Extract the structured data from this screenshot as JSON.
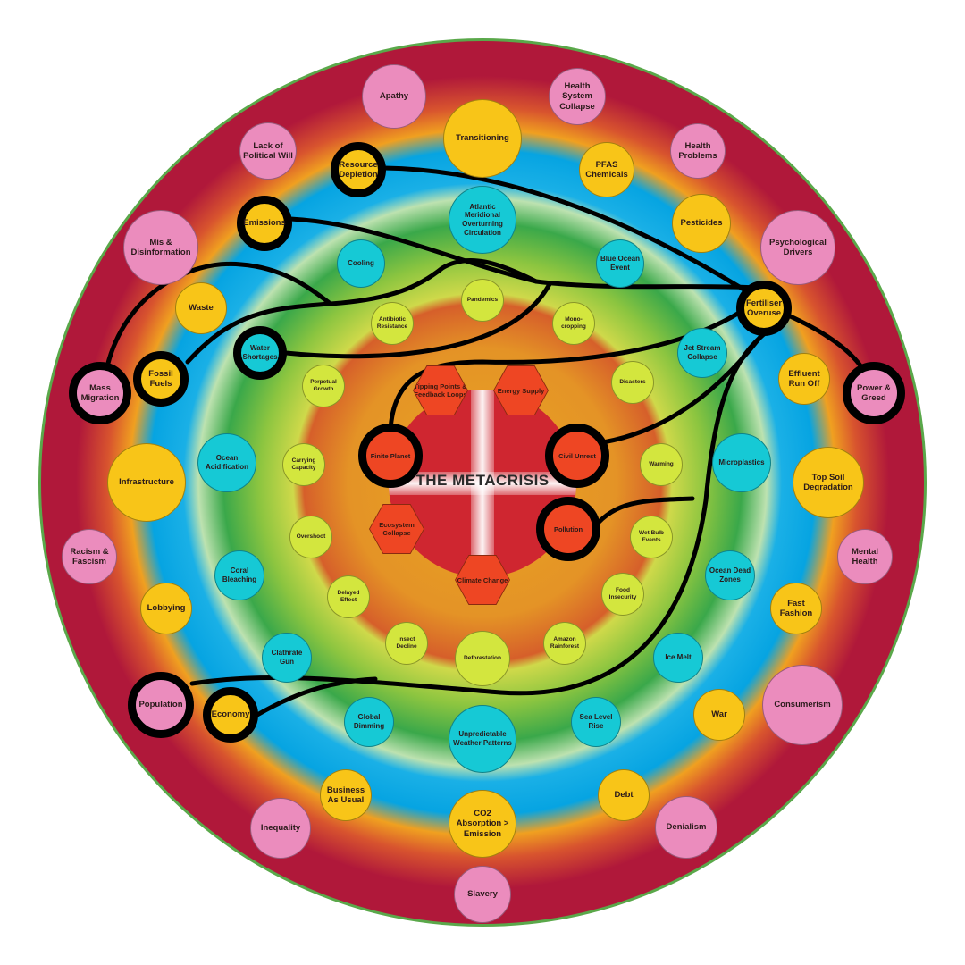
{
  "title": "THE METACRISIS",
  "colors": {
    "pink": "#eb8cbd",
    "yellow": "#f8c518",
    "cyan": "#16c9d5",
    "lime": "#d3e63e",
    "red": "#ee4623"
  },
  "pink": [
    "Apathy",
    "Health System Collapse",
    "Lack of Political Will",
    "Health Problems",
    "Mis & Disinformation",
    "Psychological Drivers",
    "Mass Migration",
    "Power & Greed",
    "Racism & Fascism",
    "Mental Health",
    "Population",
    "Consumerism",
    "Inequality",
    "Denialism",
    "Slavery"
  ],
  "yellow": [
    "Transitioning",
    "Resource Depletion",
    "PFAS Chemicals",
    "Emissions",
    "Pesticides",
    "Waste",
    "Fertiliser Overuse",
    "Fossil Fuels",
    "Effluent Run Off",
    "Infrastructure",
    "Top Soil Degradation",
    "Lobbying",
    "Fast Fashion",
    "Economy",
    "War",
    "Business As Usual",
    "Debt",
    "CO2 Absorption > Emission"
  ],
  "cyan": [
    "Atlantic Meridional Overturning Circulation",
    "Cooling",
    "Blue Ocean Event",
    "Water Shortages",
    "Jet Stream Collapse",
    "Ocean Acidification",
    "Microplastics",
    "Coral Bleaching",
    "Ocean Dead Zones",
    "Clathrate Gun",
    "Ice Melt",
    "Global Dimming",
    "Unpredictable Weather Patterns",
    "Sea Level Rise"
  ],
  "lime": [
    "Pandemics",
    "Antibiotic Resistance",
    "Mono-cropping",
    "Perpetual Growth",
    "Disasters",
    "Carrying Capacity",
    "Warming",
    "Overshoot",
    "Wet Bulb Events",
    "Delayed Effect",
    "Food Insecurity",
    "Insect Decline",
    "Deforestation",
    "Amazon Rainforest"
  ],
  "red": [
    "Finite Planet",
    "Civil Unrest",
    "Pollution"
  ],
  "hex": [
    "Tipping Points & Feedback Loops",
    "Energy Supply",
    "Ecosystem Collapse",
    "Climate Change"
  ]
}
